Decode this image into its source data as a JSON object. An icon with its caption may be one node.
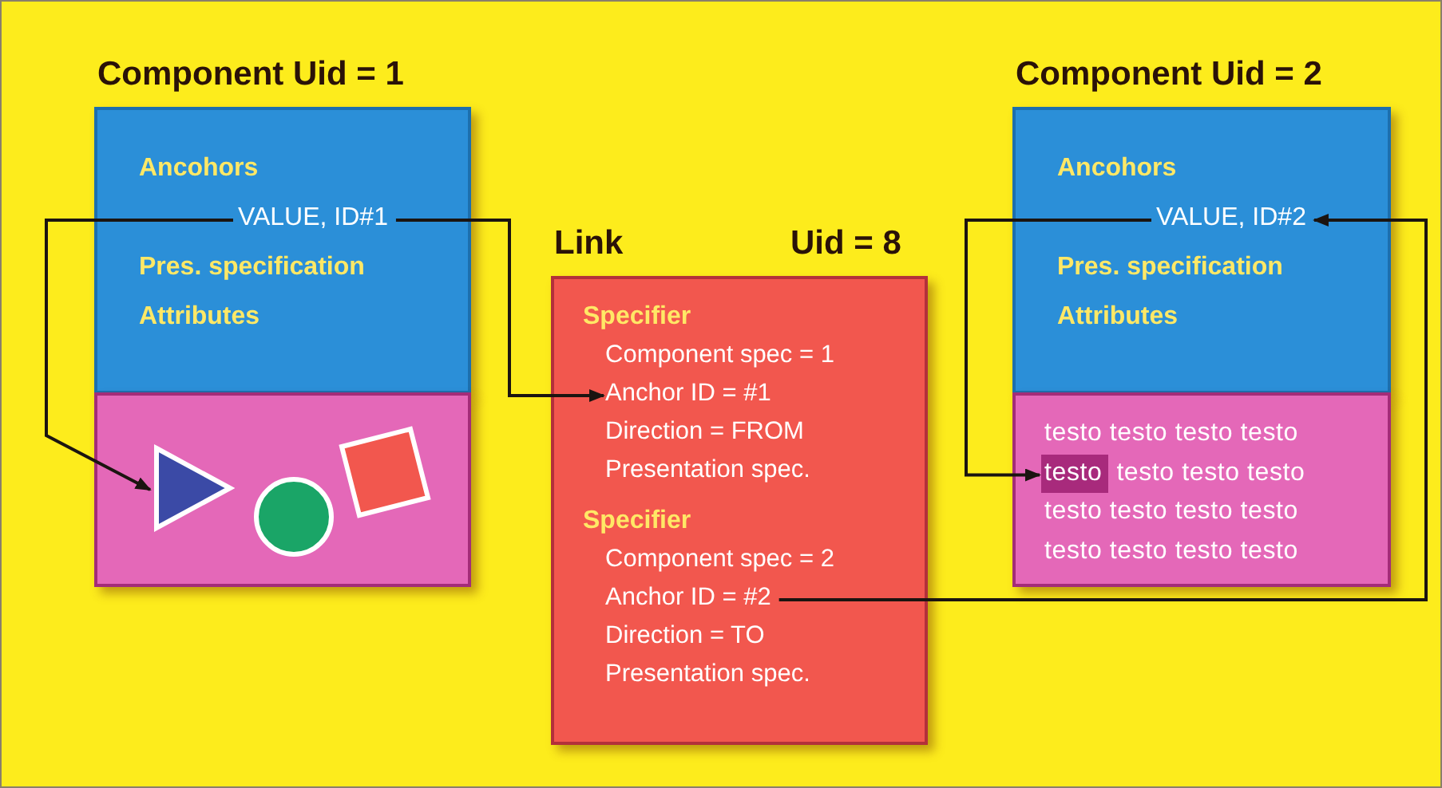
{
  "diagram": {
    "nodes": [
      {
        "text": [
          "Component Uid = 1",
          "Ancohors",
          "Pres. specification",
          "Attributes"
        ]
      },
      {
        "text": [
          "VALUE, ID#1"
        ],
        "in": 0
      },
      {
        "text": [],
        "shape": "box"
      },
      {
        "text": [],
        "shape": "triangle",
        "in": 2
      },
      {
        "text": [
          "Link",
          "Uid = 8",
          "Specifier",
          "Component spec = 1",
          "Direction = FROM",
          "Presentation spec.",
          "Specifier",
          "Component spec = 2",
          "Direction = TO",
          "Presentation spec."
        ]
      },
      {
        "text": [
          "Anchor ID = #1"
        ],
        "in": 4
      },
      {
        "text": [
          "Anchor ID = #2"
        ],
        "in": 4
      },
      {
        "text": [
          "Component Uid = 2",
          "Ancohors",
          "Pres. specification",
          "Attributes"
        ]
      },
      {
        "text": [
          "VALUE, ID#2"
        ],
        "in": 7
      },
      {
        "text": [
          "testo testo testo testo",
          "testo testo testo",
          "testo testo testo testo",
          "testo testo testo testo"
        ]
      },
      {
        "text": [
          "testo"
        ],
        "in": 9
      }
    ],
    "edges": [
      {
        "from": 1,
        "to": 3,
        "arrow": "to"
      },
      {
        "from": 1,
        "to": 5,
        "arrow": "to"
      },
      {
        "from": 6,
        "to": 8,
        "arrow": "to"
      },
      {
        "from": 8,
        "to": 10,
        "arrow": "to"
      }
    ]
  }
}
